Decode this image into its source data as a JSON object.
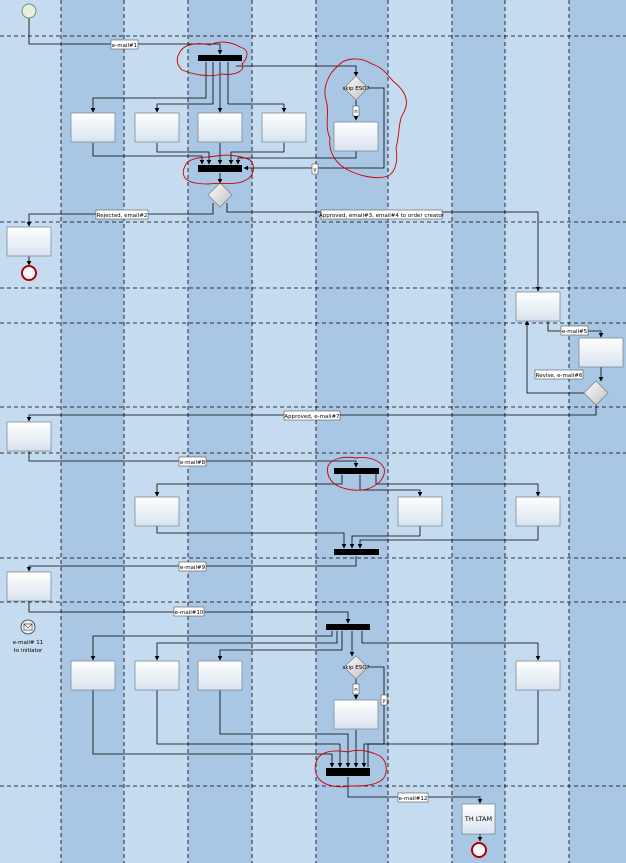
{
  "labels": {
    "email1": "e-mail#1",
    "rejected": "Rejected, email#2",
    "approved_order": "Approved, email#3, email#4 to order creator",
    "email5": "e-mail#5",
    "revise": "Revise, e-mail#6",
    "approved7": "Approved, e-mail#7",
    "email8": "e-mail#8",
    "email9": "e-mail#9",
    "email10": "e-mail#10",
    "email12": "e-mail#12"
  },
  "decisions": {
    "skip_eso_1": "skip ESO?",
    "skip_eso_2": "skip ESO?"
  },
  "flags": {
    "no_1": "n",
    "yes_1": "y",
    "no_2": "n",
    "yes_2": "y"
  },
  "message_event": {
    "line1": "e-mail# 11",
    "line2": "to initiator"
  },
  "tasks": {
    "th_ltam": "TH LTAM"
  },
  "colors": {
    "lane_light": "#c5dbf0",
    "lane_dark": "#a9c7e4",
    "bar": "#000000",
    "highlight": "#cc0000",
    "start_fill": "#e4efe1",
    "end_stroke": "#b00000"
  }
}
